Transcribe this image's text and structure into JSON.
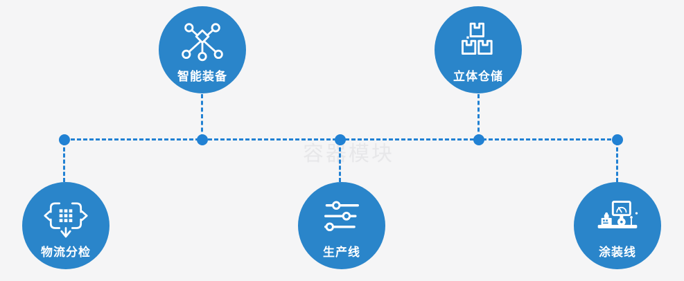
{
  "diagram": {
    "watermark": "容器模块",
    "colors": {
      "background": "#f5f5f6",
      "node": "#2a85ca",
      "connector": "#2181d3",
      "watermark": "#e7e7e9",
      "label": "#ffffff"
    },
    "nodes": [
      {
        "label": "智能装备",
        "icon": "network-nodes-icon",
        "position": "top-left"
      },
      {
        "label": "立体仓储",
        "icon": "stacked-boxes-icon",
        "position": "top-right"
      },
      {
        "label": "物流分检",
        "icon": "sorting-crosshair-icon",
        "position": "bottom-left"
      },
      {
        "label": "生产线",
        "icon": "sliders-icon",
        "position": "bottom-center"
      },
      {
        "label": "涂装线",
        "icon": "machine-monitor-icon",
        "position": "bottom-right"
      }
    ]
  }
}
